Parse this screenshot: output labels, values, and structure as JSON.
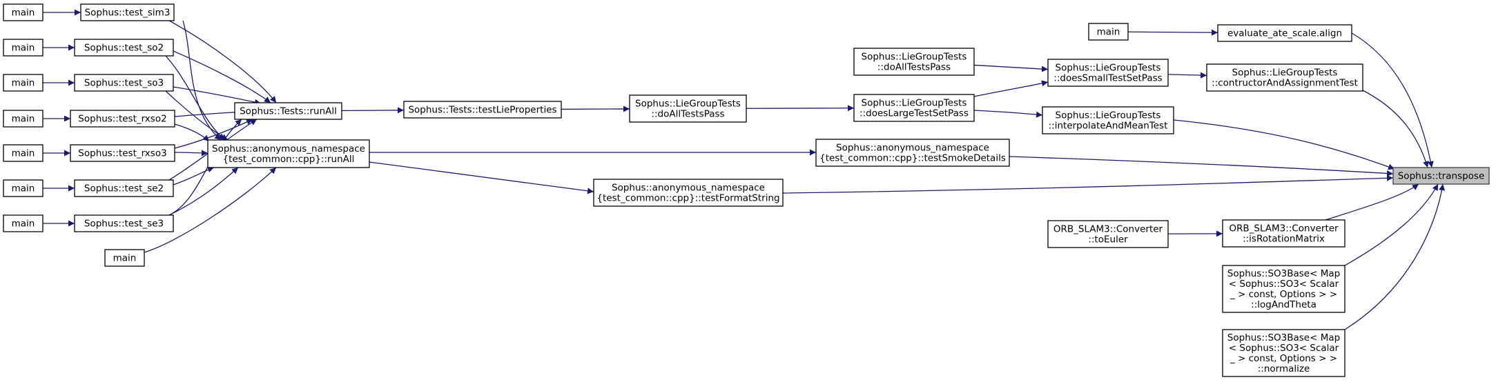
{
  "graph": {
    "title": "",
    "edge_color": "#191970",
    "focus_fill": "#bfbfbf",
    "nodes": [
      {
        "id": "transpose",
        "lines": [
          "Sophus::transpose"
        ],
        "focus": true
      },
      {
        "id": "eval_align",
        "lines": [
          "evaluate_ate_scale.align"
        ]
      },
      {
        "id": "main_eval",
        "lines": [
          "main"
        ]
      },
      {
        "id": "ctor_assign",
        "lines": [
          "Sophus::LieGroupTests",
          "::contructorAndAssignmentTest"
        ]
      },
      {
        "id": "small_pass",
        "lines": [
          "Sophus::LieGroupTests",
          "::doesSmallTestSetPass"
        ]
      },
      {
        "id": "lgt_all_top",
        "lines": [
          "Sophus::LieGroupTests",
          "::doAllTestsPass"
        ]
      },
      {
        "id": "large_pass",
        "lines": [
          "Sophus::LieGroupTests",
          "::doesLargeTestSetPass"
        ]
      },
      {
        "id": "lgt_all_mid",
        "lines": [
          "Sophus::LieGroupTests",
          "::doAllTestsPass"
        ]
      },
      {
        "id": "test_lie_props",
        "lines": [
          "Sophus::Tests::testLieProperties"
        ]
      },
      {
        "id": "tests_runall",
        "lines": [
          "Sophus::Tests::runAll"
        ]
      },
      {
        "id": "interp_mean",
        "lines": [
          "Sophus::LieGroupTests",
          "::interpolateAndMeanTest"
        ]
      },
      {
        "id": "smoke_details",
        "lines": [
          "Sophus::anonymous_namespace",
          "{test_common::cpp}::testSmokeDetails"
        ]
      },
      {
        "id": "anon_runall",
        "lines": [
          "Sophus::anonymous_namespace",
          "{test_common::cpp}::runAll"
        ]
      },
      {
        "id": "format_string",
        "lines": [
          "Sophus::anonymous_namespace",
          "{test_common::cpp}::testFormatString"
        ]
      },
      {
        "id": "is_rot",
        "lines": [
          "ORB_SLAM3::Converter",
          "::isRotationMatrix"
        ]
      },
      {
        "id": "to_euler",
        "lines": [
          "ORB_SLAM3::Converter",
          "::toEuler"
        ]
      },
      {
        "id": "log_theta",
        "lines": [
          "Sophus::SO3Base< Map",
          "< Sophus::SO3< Scalar",
          "_ > const, Options > >",
          "::logAndTheta"
        ]
      },
      {
        "id": "normalize",
        "lines": [
          "Sophus::SO3Base< Map",
          "< Sophus::SO3< Scalar",
          "_ > const, Options > >",
          "::normalize"
        ]
      },
      {
        "id": "test_sim3",
        "lines": [
          "Sophus::test_sim3"
        ]
      },
      {
        "id": "test_so2",
        "lines": [
          "Sophus::test_so2"
        ]
      },
      {
        "id": "test_so3",
        "lines": [
          "Sophus::test_so3"
        ]
      },
      {
        "id": "test_rxso2",
        "lines": [
          "Sophus::test_rxso2"
        ]
      },
      {
        "id": "test_rxso3",
        "lines": [
          "Sophus::test_rxso3"
        ]
      },
      {
        "id": "test_se2",
        "lines": [
          "Sophus::test_se2"
        ]
      },
      {
        "id": "test_se3",
        "lines": [
          "Sophus::test_se3"
        ]
      },
      {
        "id": "main_sim3",
        "lines": [
          "main"
        ]
      },
      {
        "id": "main_so2",
        "lines": [
          "main"
        ]
      },
      {
        "id": "main_so3",
        "lines": [
          "main"
        ]
      },
      {
        "id": "main_rxso2",
        "lines": [
          "main"
        ]
      },
      {
        "id": "main_rxso3",
        "lines": [
          "main"
        ]
      },
      {
        "id": "main_se2",
        "lines": [
          "main"
        ]
      },
      {
        "id": "main_se3",
        "lines": [
          "main"
        ]
      },
      {
        "id": "main_common",
        "lines": [
          "main"
        ]
      }
    ],
    "edges": [
      [
        "eval_align",
        "transpose"
      ],
      [
        "main_eval",
        "eval_align"
      ],
      [
        "ctor_assign",
        "transpose"
      ],
      [
        "small_pass",
        "ctor_assign"
      ],
      [
        "lgt_all_top",
        "small_pass"
      ],
      [
        "large_pass",
        "small_pass"
      ],
      [
        "lgt_all_mid",
        "large_pass"
      ],
      [
        "test_lie_props",
        "lgt_all_mid"
      ],
      [
        "tests_runall",
        "test_lie_props"
      ],
      [
        "large_pass",
        "interp_mean"
      ],
      [
        "interp_mean",
        "transpose"
      ],
      [
        "smoke_details",
        "transpose"
      ],
      [
        "anon_runall",
        "smoke_details"
      ],
      [
        "format_string",
        "transpose"
      ],
      [
        "anon_runall",
        "format_string"
      ],
      [
        "is_rot",
        "transpose"
      ],
      [
        "to_euler",
        "is_rot"
      ],
      [
        "log_theta",
        "transpose"
      ],
      [
        "normalize",
        "transpose"
      ],
      [
        "test_sim3",
        "tests_runall"
      ],
      [
        "test_so2",
        "tests_runall"
      ],
      [
        "test_so3",
        "tests_runall"
      ],
      [
        "test_rxso2",
        "tests_runall"
      ],
      [
        "test_rxso3",
        "tests_runall"
      ],
      [
        "test_se2",
        "tests_runall"
      ],
      [
        "test_se3",
        "tests_runall"
      ],
      [
        "test_sim3",
        "anon_runall"
      ],
      [
        "test_so2",
        "anon_runall"
      ],
      [
        "test_so3",
        "anon_runall"
      ],
      [
        "test_rxso2",
        "anon_runall"
      ],
      [
        "test_rxso3",
        "anon_runall"
      ],
      [
        "test_se2",
        "anon_runall"
      ],
      [
        "test_se3",
        "anon_runall"
      ],
      [
        "main_common",
        "anon_runall"
      ],
      [
        "main_sim3",
        "test_sim3"
      ],
      [
        "main_so2",
        "test_so2"
      ],
      [
        "main_so3",
        "test_so3"
      ],
      [
        "main_rxso2",
        "test_rxso2"
      ],
      [
        "main_rxso3",
        "test_rxso3"
      ],
      [
        "main_se2",
        "test_se2"
      ],
      [
        "main_se3",
        "test_se3"
      ]
    ]
  }
}
